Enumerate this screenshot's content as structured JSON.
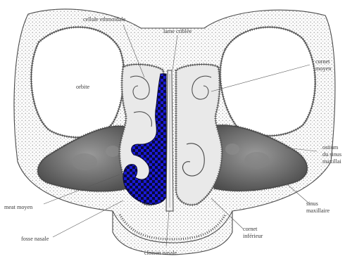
{
  "labels": {
    "cellule_ethmoidale": "cellule ethmoïdale",
    "lame_criblee": "lame criblée",
    "orbite": "orbite",
    "cornet_moyen": [
      "cornet",
      "moyen"
    ],
    "ostium": [
      "ostium",
      "du sinus",
      "maxillai"
    ],
    "meat_moyen": "meat moyen",
    "sinus_maxillaire": [
      "sinus",
      "maxillaire"
    ],
    "fosse_nasale": "fosse nasale",
    "cornet_inferieur": [
      "cornet",
      "inférieur"
    ],
    "cloison_nasale": "cloison nasale"
  },
  "colors": {
    "highlight": "#1a1ad8",
    "checker_dark": "#0a0a3a",
    "sinus_dark": "#5a5a5a",
    "line": "#4a4a4a"
  }
}
